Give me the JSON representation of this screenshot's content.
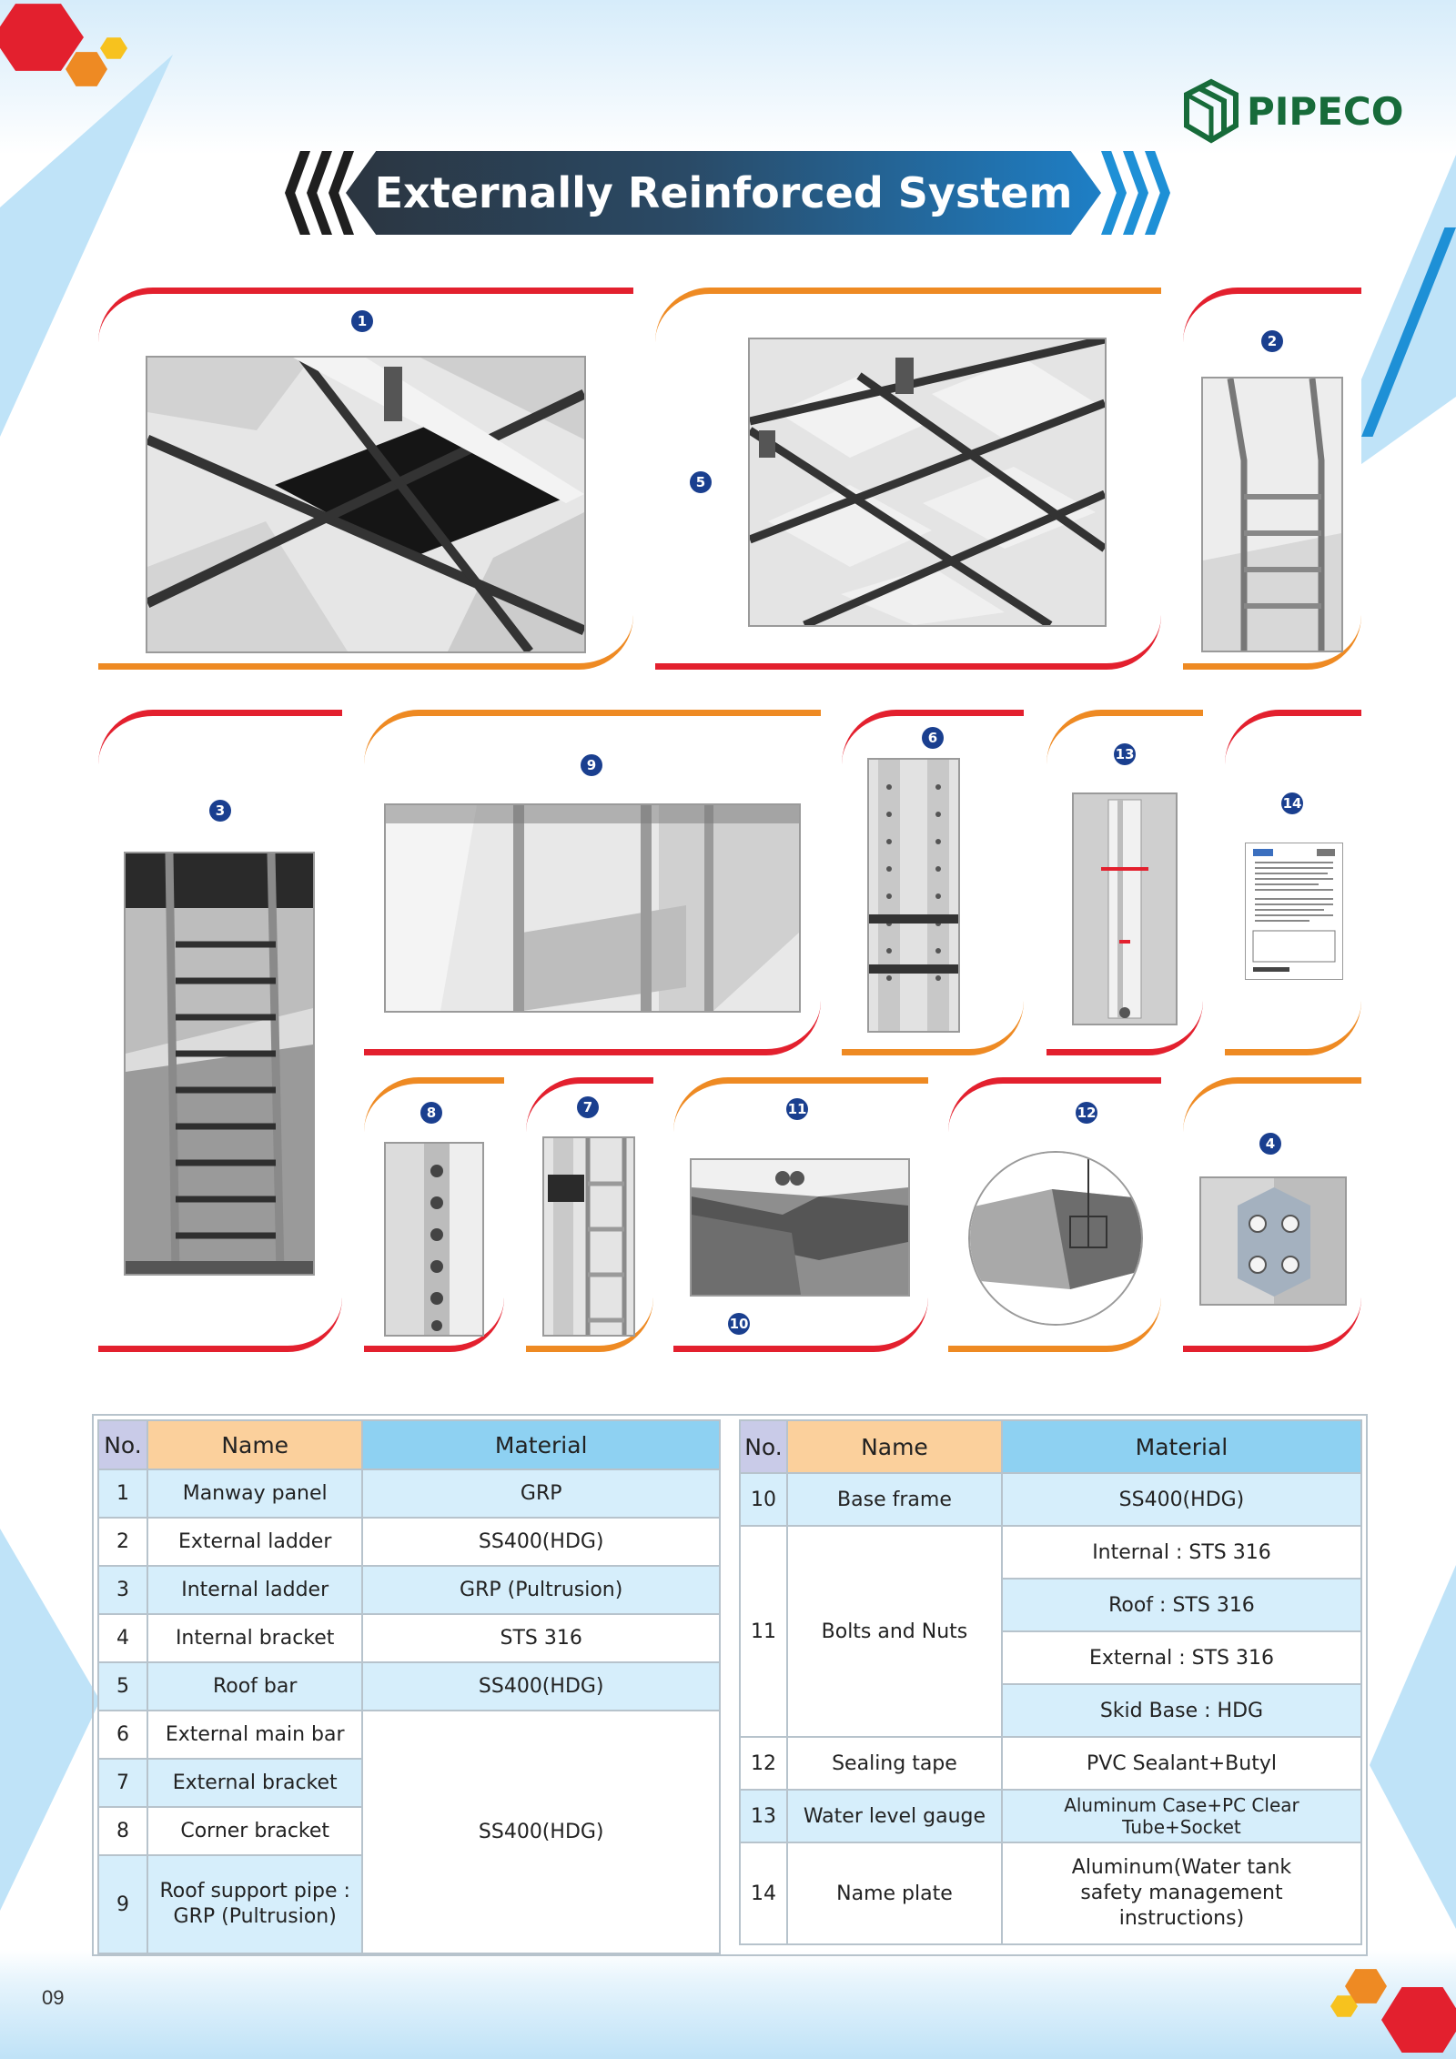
{
  "brand": {
    "logo_text": "PIPECO"
  },
  "title": "Externally Reinforced System",
  "colors": {
    "accent_red": "#e3202e",
    "accent_orange": "#ee8a23",
    "navy_badge": "#1a3f8f",
    "logo_green": "#176b3a"
  },
  "figures": [
    {
      "no": "1"
    },
    {
      "no": "5"
    },
    {
      "no": "2"
    },
    {
      "no": "3"
    },
    {
      "no": "9"
    },
    {
      "no": "6"
    },
    {
      "no": "13"
    },
    {
      "no": "14"
    },
    {
      "no": "8"
    },
    {
      "no": "7"
    },
    {
      "no": "11"
    },
    {
      "no": "10"
    },
    {
      "no": "12"
    },
    {
      "no": "4"
    }
  ],
  "table_left": {
    "headers": [
      "No.",
      "Name",
      "Material"
    ],
    "rows": [
      {
        "no": "1",
        "name": "Manway panel",
        "material": "GRP"
      },
      {
        "no": "2",
        "name": "External ladder",
        "material": "SS400(HDG)"
      },
      {
        "no": "3",
        "name": "Internal ladder",
        "material": "GRP (Pultrusion)"
      },
      {
        "no": "4",
        "name": "Internal bracket",
        "material": "STS 316"
      },
      {
        "no": "5",
        "name": "Roof bar",
        "material": "SS400(HDG)"
      },
      {
        "no": "6",
        "name": "External main bar",
        "material": "SS400(HDG)"
      },
      {
        "no": "7",
        "name": "External bracket"
      },
      {
        "no": "8",
        "name": "Corner bracket"
      },
      {
        "no": "9",
        "name": "Roof support pipe : GRP (Pultrusion)"
      }
    ]
  },
  "table_right": {
    "headers": [
      "No.",
      "Name",
      "Material"
    ],
    "rows": [
      {
        "no": "10",
        "name": "Base frame",
        "material": "SS400(HDG)"
      },
      {
        "no": "11",
        "name": "Bolts and Nuts",
        "materials": [
          "Internal : STS 316",
          "Roof : STS 316",
          "External : STS 316",
          "Skid Base : HDG"
        ]
      },
      {
        "no": "12",
        "name": "Sealing tape",
        "material": "PVC Sealant+Butyl"
      },
      {
        "no": "13",
        "name": "Water level gauge",
        "material": "Aluminum Case+PC Clear Tube+Socket"
      },
      {
        "no": "14",
        "name": "Name plate",
        "material": "Aluminum(Water tank safety management instructions)"
      }
    ]
  },
  "page_number": "09"
}
